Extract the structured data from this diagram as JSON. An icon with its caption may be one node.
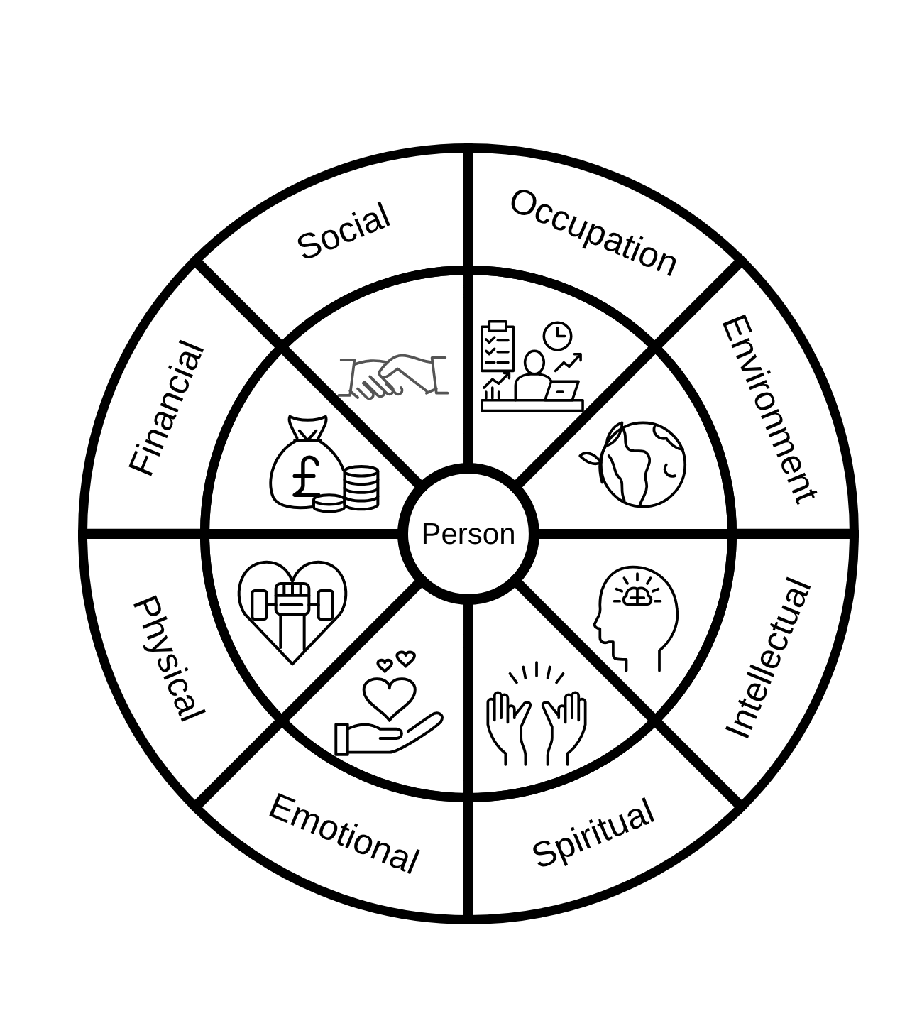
{
  "diagram": {
    "nodes": [
      {
        "text": [
          "Social"
        ]
      },
      {
        "text": [
          "Occupation"
        ]
      },
      {
        "text": [
          "Financial"
        ]
      },
      {
        "text": [
          "Environment"
        ]
      },
      {
        "text": [
          "Physical"
        ]
      },
      {
        "text": [
          "Intellectual"
        ]
      },
      {
        "text": [
          "Emotional"
        ]
      },
      {
        "text": [
          "Spiritual"
        ]
      },
      {
        "text": [
          "Person"
        ]
      },
      {
        "text": [],
        "shape": "picture"
      },
      {
        "text": [],
        "shape": "picture"
      },
      {
        "text": [],
        "shape": "picture"
      },
      {
        "text": [],
        "shape": "picture"
      },
      {
        "text": [],
        "shape": "picture"
      },
      {
        "text": [],
        "shape": "picture"
      },
      {
        "text": [],
        "shape": "picture"
      },
      {
        "text": [],
        "shape": "picture"
      }
    ]
  }
}
